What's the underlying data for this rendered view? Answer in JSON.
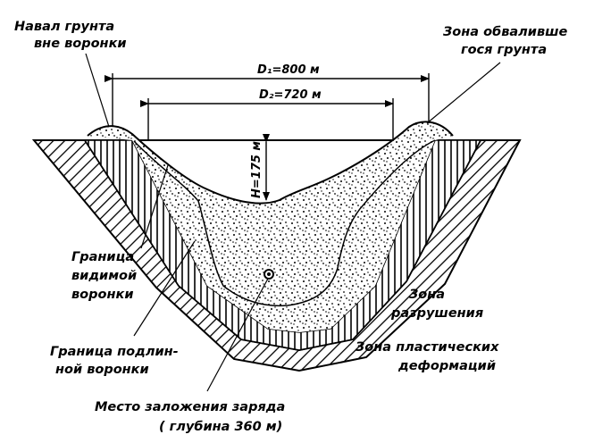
{
  "labels": {
    "spoil_line1": "Навал грунта",
    "spoil_line2": "вне воронки",
    "collapse_line1": "Зона обвалившe",
    "collapse_line2": "гося грунта",
    "visible_line1": "Граница",
    "visible_line2": "видимой",
    "visible_line3": "воронки",
    "true_line1": "Граница подлин-",
    "true_line2": "ной воронки",
    "charge_line1": "Место заложения заряда",
    "charge_line2": "( глубина 360 м)",
    "rupture_line1": "Зона",
    "rupture_line2": "разрушения",
    "plastic_line1": "Зона пластических",
    "plastic_line2": "деформаций"
  },
  "dimensions": {
    "d1": "D₁=800 м",
    "d2": "D₂=720 м",
    "h": "H=175 м"
  }
}
